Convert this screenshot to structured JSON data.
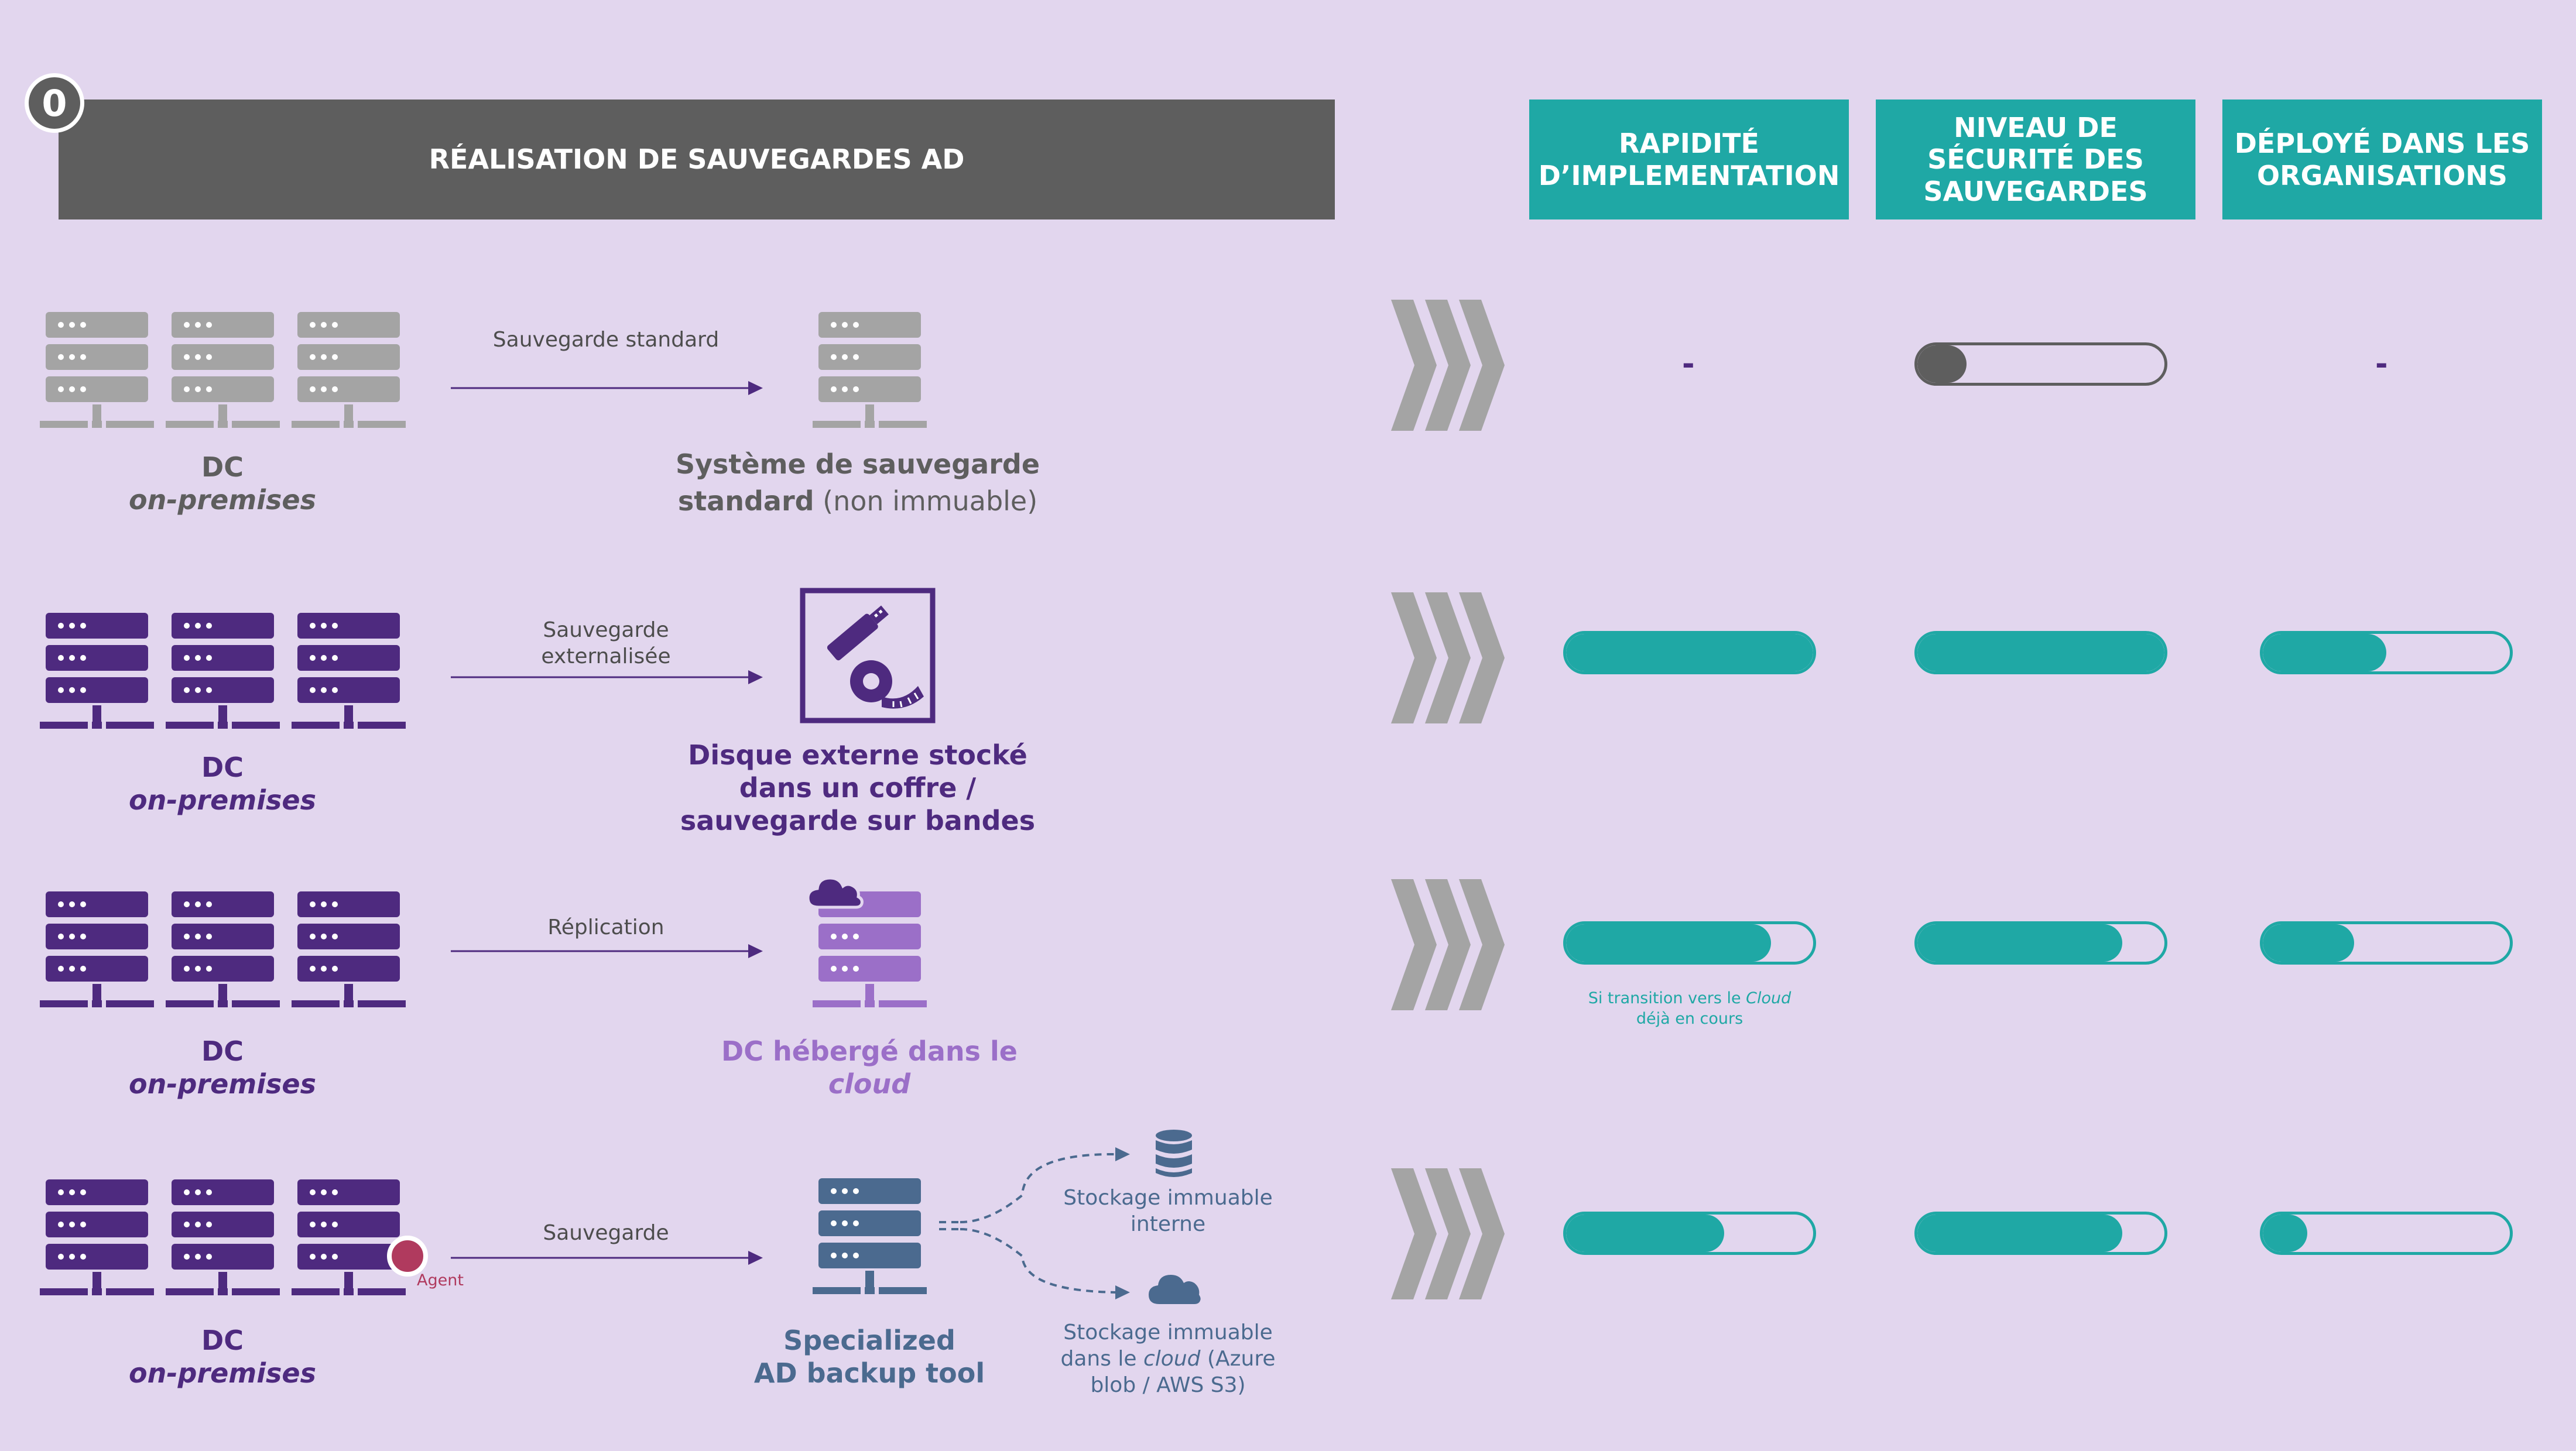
{
  "badge": "0",
  "header": {
    "title": "RÉALISATION DE SAUVEGARDES AD",
    "col1": "RAPIDITÉ D’IMPLEMENTATION",
    "col2": "NIVEAU DE SÉCURITÉ DES SAUVEGARDES",
    "col3": "DÉPLOYÉ DANS LES ORGANISATIONS"
  },
  "colors": {
    "gray": "#a4a4a4",
    "dark_gray": "#5e5e5e",
    "purple": "#4e2a7f",
    "light_purple": "#9b6fc8",
    "slate": "#4b6a8f",
    "teal": "#1fa8a5",
    "agent_red": "#b03a5e",
    "background": "#e2d6ee"
  },
  "rows": [
    {
      "dc_label": "DC",
      "dc_sub": "on-premises",
      "arrow_label": "Sauvegarde standard",
      "target_bold": "Système de sauvegarde standard",
      "target_rest": " (non immuable)",
      "col1": "-",
      "col2_level": 0.2,
      "col3": "-"
    },
    {
      "dc_label": "DC",
      "dc_sub": "on-premises",
      "arrow_label": "Sauvegarde externalisée",
      "target_bold": "Disque externe stocké dans un coffre / sauvegarde sur bandes",
      "icon": "usb-drive-and-tape-measure-icon",
      "col1_level": 1.0,
      "col2_level": 1.0,
      "col3_level": 0.5
    },
    {
      "dc_label": "DC",
      "dc_sub": "on-premises",
      "arrow_label": "Réplication",
      "target_bold": "DC hébergé dans le",
      "target_italic": "cloud",
      "col1_level": 0.83,
      "col1_note_pre": "Si transition vers le ",
      "col1_note_italic": "Cloud",
      "col1_note_post": "déjà en cours",
      "col2_level": 0.83,
      "col3_level": 0.37
    },
    {
      "dc_label": "DC",
      "dc_sub": "on-premises",
      "agent_label": "Agent",
      "arrow_label": "Sauvegarde",
      "target_line1": "Specialized",
      "target_line2": "AD backup tool",
      "storage_internal": "Stockage immuable interne",
      "storage_cloud_pre": "Stockage immuable dans le ",
      "storage_cloud_italic": "cloud",
      "storage_cloud_post": " (Azure blob / AWS S3)",
      "col1_level": 0.64,
      "col2_level": 0.83,
      "col3_level": 0.18
    }
  ]
}
